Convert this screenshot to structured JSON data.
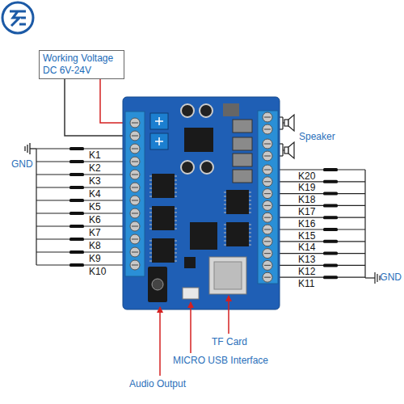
{
  "diagram": {
    "nodes": [
      {
        "text": [
          "Working Voltage DC 6V-24V"
        ]
      }
    ],
    "labels": [
      "K1",
      "K2",
      "K3",
      "K4",
      "K5",
      "K6",
      "K7",
      "K8",
      "K9",
      "K10",
      "GND",
      "Speaker",
      "K20",
      "K19",
      "K18",
      "K17",
      "K16",
      "K15",
      "K14",
      "K13",
      "K12",
      "K11",
      "GND",
      "TF Card",
      "MICRO USB Interface",
      "Audio Output"
    ]
  }
}
